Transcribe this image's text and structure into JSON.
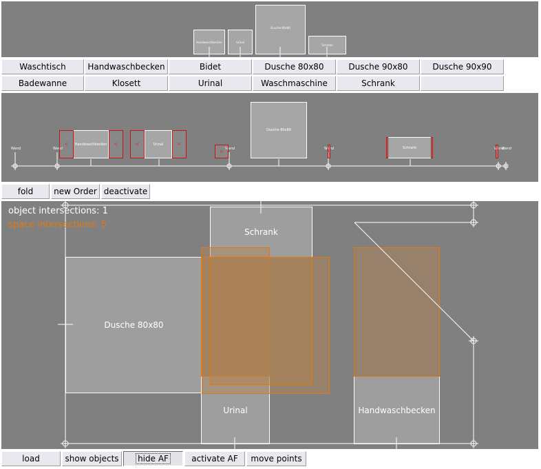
{
  "palette_buttons": {
    "row1": [
      "Waschtisch",
      "Handwaschbecken",
      "Bidet",
      "Dusche 80x80",
      "Dusche 90x80",
      "Dusche 90x90"
    ],
    "row2": [
      "Badewanne",
      "Klosett",
      "Urinal",
      "Waschmaschine",
      "Schrank",
      ""
    ]
  },
  "top_panel": {
    "previews": [
      "Handwaschbecken",
      "Urinal",
      "Dusche 80x80",
      "Schrank"
    ]
  },
  "middle_panel": {
    "wall_labels": [
      "Wand",
      "Wand",
      "Wand",
      "Wand",
      "Wand",
      "Wand"
    ],
    "object_labels": [
      "Handwaschbecken",
      "Urinal",
      "Dusche 80x80",
      "Schrank"
    ],
    "af_tags": [
      "AF",
      "AF",
      "AF",
      "AF",
      "AF"
    ]
  },
  "mid_toolbar": {
    "fold": "fold",
    "new_order": "new Order",
    "deactivate": "deactivate"
  },
  "main_canvas": {
    "object_intersections": "object intersections: 1",
    "space_intersections": "space intersections: 5",
    "objects": {
      "schrank": "Schrank",
      "dusche": "Dusche 80x80",
      "urinal": "Urinal",
      "handwaschbecken": "Handwaschbecken"
    },
    "colors": {
      "background": "#808080",
      "object_fill": "#9e9e9e",
      "af_outline": "#e07a10",
      "space_text": "#e07a10",
      "wall_line": "#ffffff"
    }
  },
  "bottom_toolbar": {
    "load": "load",
    "show_objects": "show objects",
    "hide_af": "hide AF",
    "activate_af": "activate AF",
    "move_points": "move points"
  }
}
